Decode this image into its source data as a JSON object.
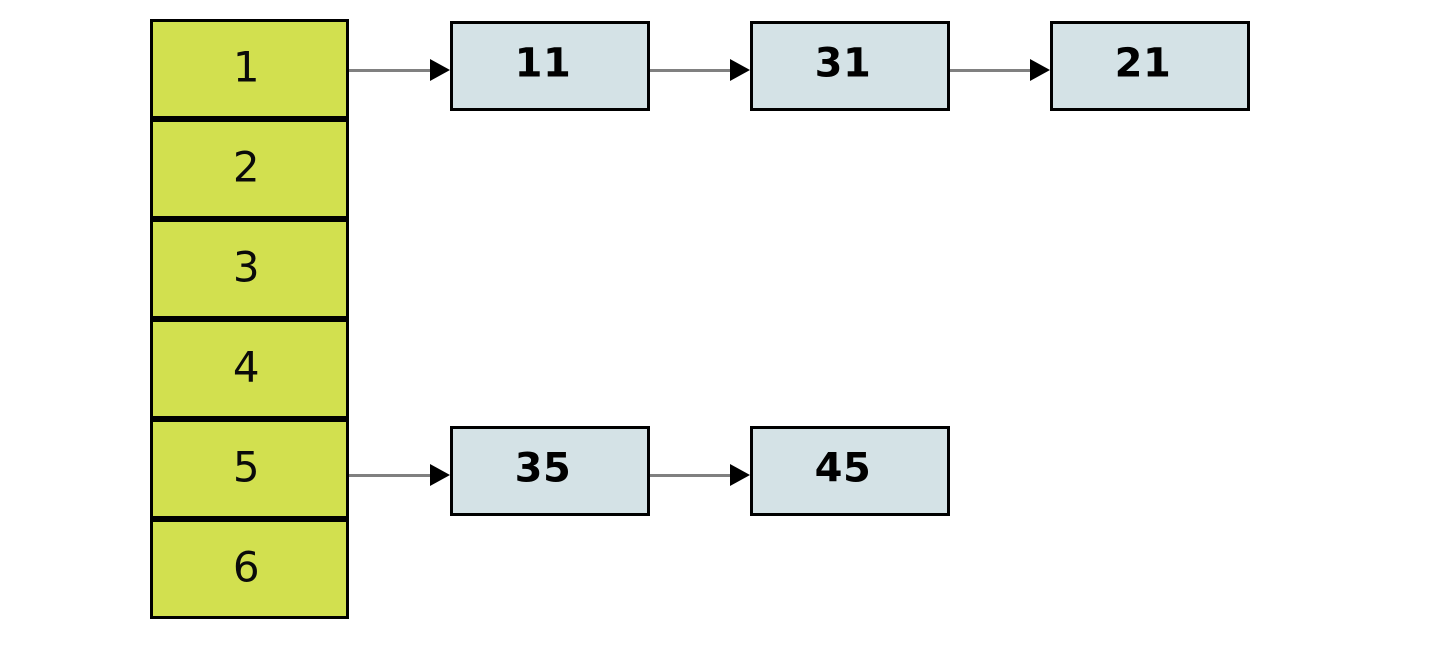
{
  "diagram": {
    "type": "hash-table-separate-chaining",
    "colors": {
      "bucket_fill": "#D2E04F",
      "node_fill": "#D4E2E6",
      "border": "#000000",
      "arrow_line": "#808080",
      "arrow_head": "#000000",
      "background": "#FFFFFF"
    },
    "bucket_array": {
      "cells": [
        {
          "label": "1"
        },
        {
          "label": "2"
        },
        {
          "label": "3"
        },
        {
          "label": "4"
        },
        {
          "label": "5"
        },
        {
          "label": "6"
        }
      ]
    },
    "chains": [
      {
        "bucket": "1",
        "nodes": [
          {
            "label": "11"
          },
          {
            "label": "31"
          },
          {
            "label": "21"
          }
        ]
      },
      {
        "bucket": "5",
        "nodes": [
          {
            "label": "35"
          },
          {
            "label": "45"
          }
        ]
      }
    ]
  }
}
